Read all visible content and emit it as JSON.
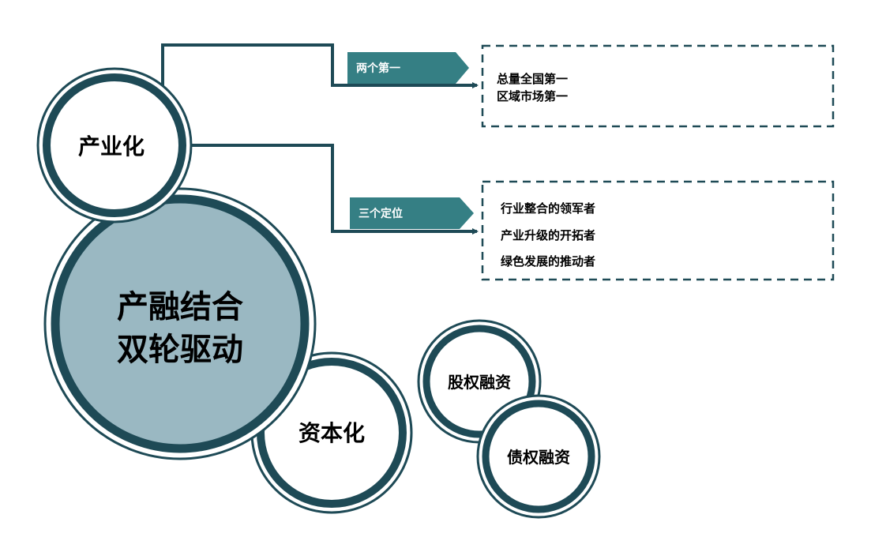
{
  "colors": {
    "dark": "#1e4a56",
    "tag": "#357f84",
    "core_fill": "#9ab8c2"
  },
  "core": {
    "line1": "产融结合",
    "line2": "双轮驱动"
  },
  "industrialization": {
    "label": "产业化"
  },
  "capitalization": {
    "label": "资本化"
  },
  "equity": {
    "label": "股权融资"
  },
  "debt": {
    "label": "债权融资"
  },
  "branch1": {
    "tag": "两个第一",
    "items": [
      "总量全国第一",
      "区域市场第一"
    ]
  },
  "branch2": {
    "tag": "三个定位",
    "items": [
      "行业整合的领军者",
      "产业升级的开拓者",
      "绿色发展的推动者"
    ]
  }
}
